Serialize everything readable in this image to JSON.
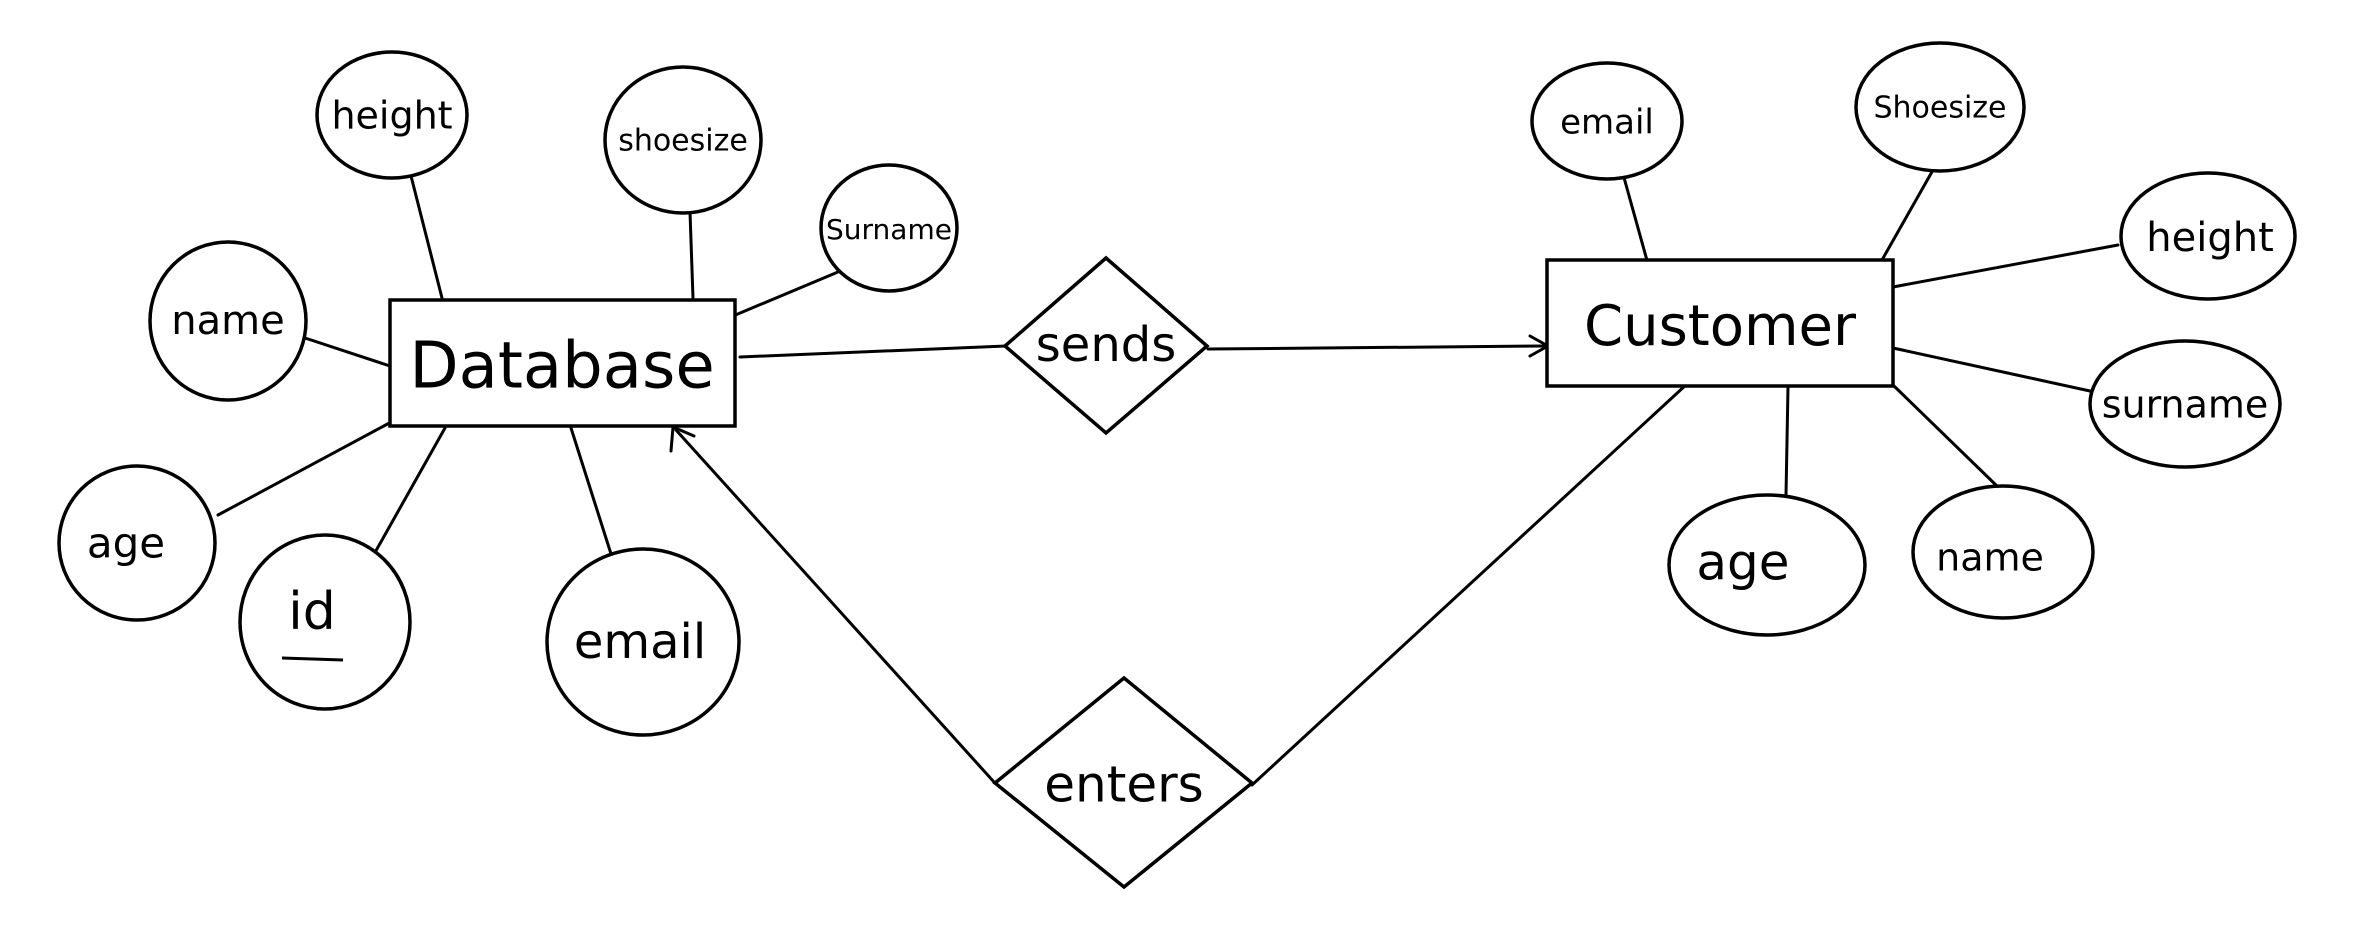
{
  "entities": {
    "database": {
      "label": "Database"
    },
    "customer": {
      "label": "Customer"
    }
  },
  "relationships": {
    "sends": {
      "label": "sends"
    },
    "enters": {
      "label": "enters"
    }
  },
  "database_attributes": {
    "height": "height",
    "shoesize": "shoesize",
    "surname": "Surname",
    "name": "name",
    "age": "age",
    "id": "id",
    "email": "email"
  },
  "customer_attributes": {
    "email": "email",
    "shoesize": "Shoesize",
    "height": "height",
    "surname": "surname",
    "age": "age",
    "name": "name"
  },
  "primary_key": "id"
}
